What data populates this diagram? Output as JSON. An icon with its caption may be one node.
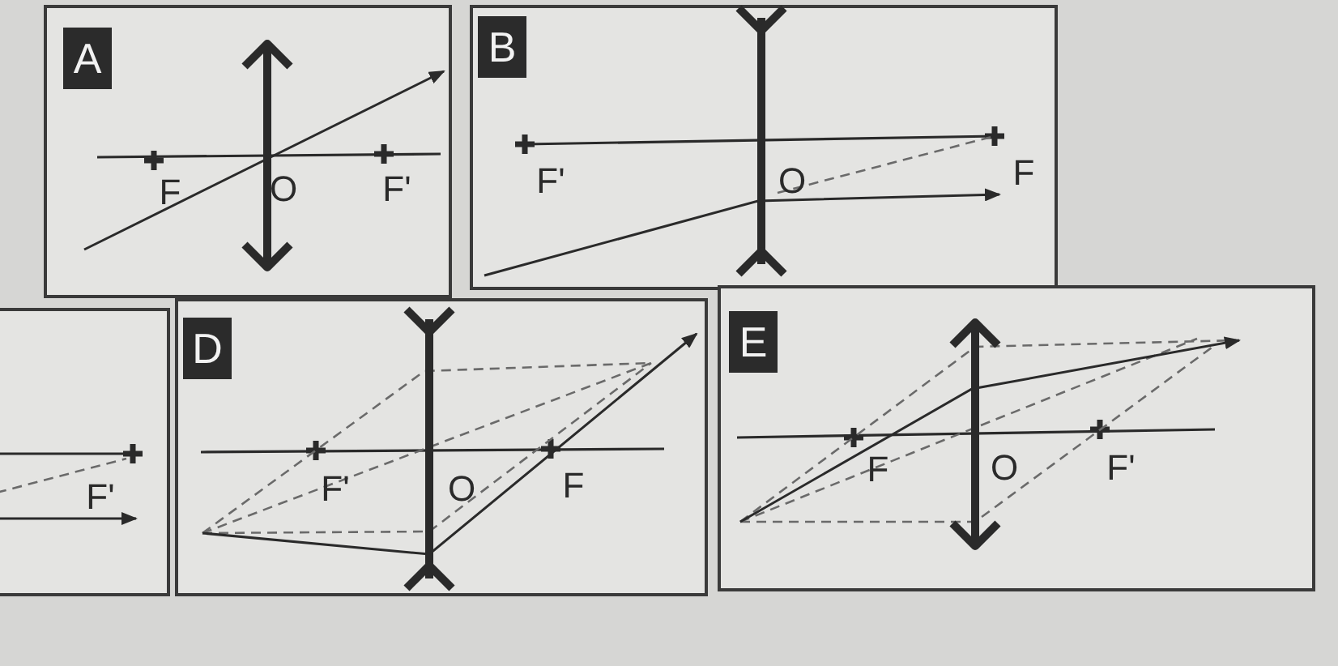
{
  "diagram": {
    "nodes": [
      {
        "text": [
          "A"
        ]
      },
      {
        "text": [
          "B"
        ]
      },
      {
        "text": [],
        "shape": "box"
      },
      {
        "text": [
          "D"
        ]
      },
      {
        "text": [
          "E"
        ]
      }
    ],
    "labels": [
      "F",
      "O",
      "F'",
      "F'",
      "O",
      "F",
      "F'",
      "F'",
      "O",
      "F",
      "F",
      "O",
      "F'"
    ]
  }
}
